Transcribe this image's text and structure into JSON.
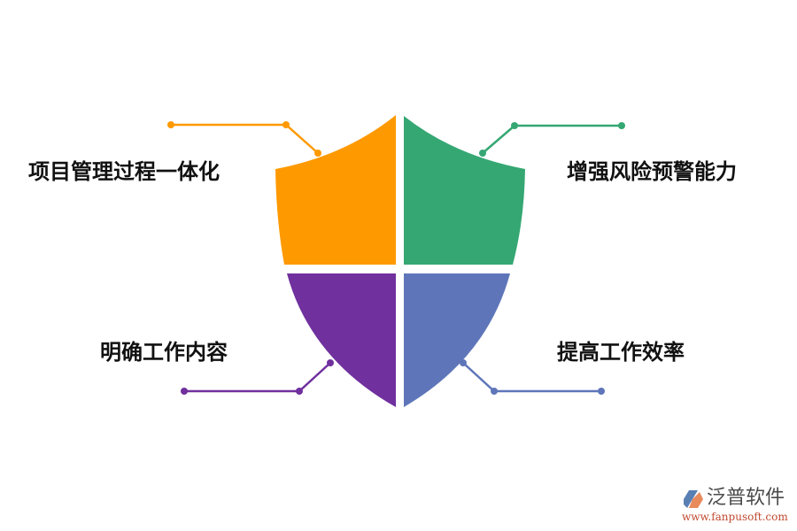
{
  "diagram": {
    "type": "shield-quadrant",
    "quadrants": [
      {
        "position": "top-left",
        "label": "项目管理过程一体化",
        "color": "#FF9900"
      },
      {
        "position": "top-right",
        "label": "增强风险预警能力",
        "color": "#35A773"
      },
      {
        "position": "bottom-left",
        "label": "明确工作内容",
        "color": "#70309E"
      },
      {
        "position": "bottom-right",
        "label": "提高工作效率",
        "color": "#5E76B9"
      }
    ]
  },
  "watermark": {
    "brand": "泛普软件",
    "url": "www.fanpusoft.com",
    "icon": "fanpu-logo-icon"
  }
}
